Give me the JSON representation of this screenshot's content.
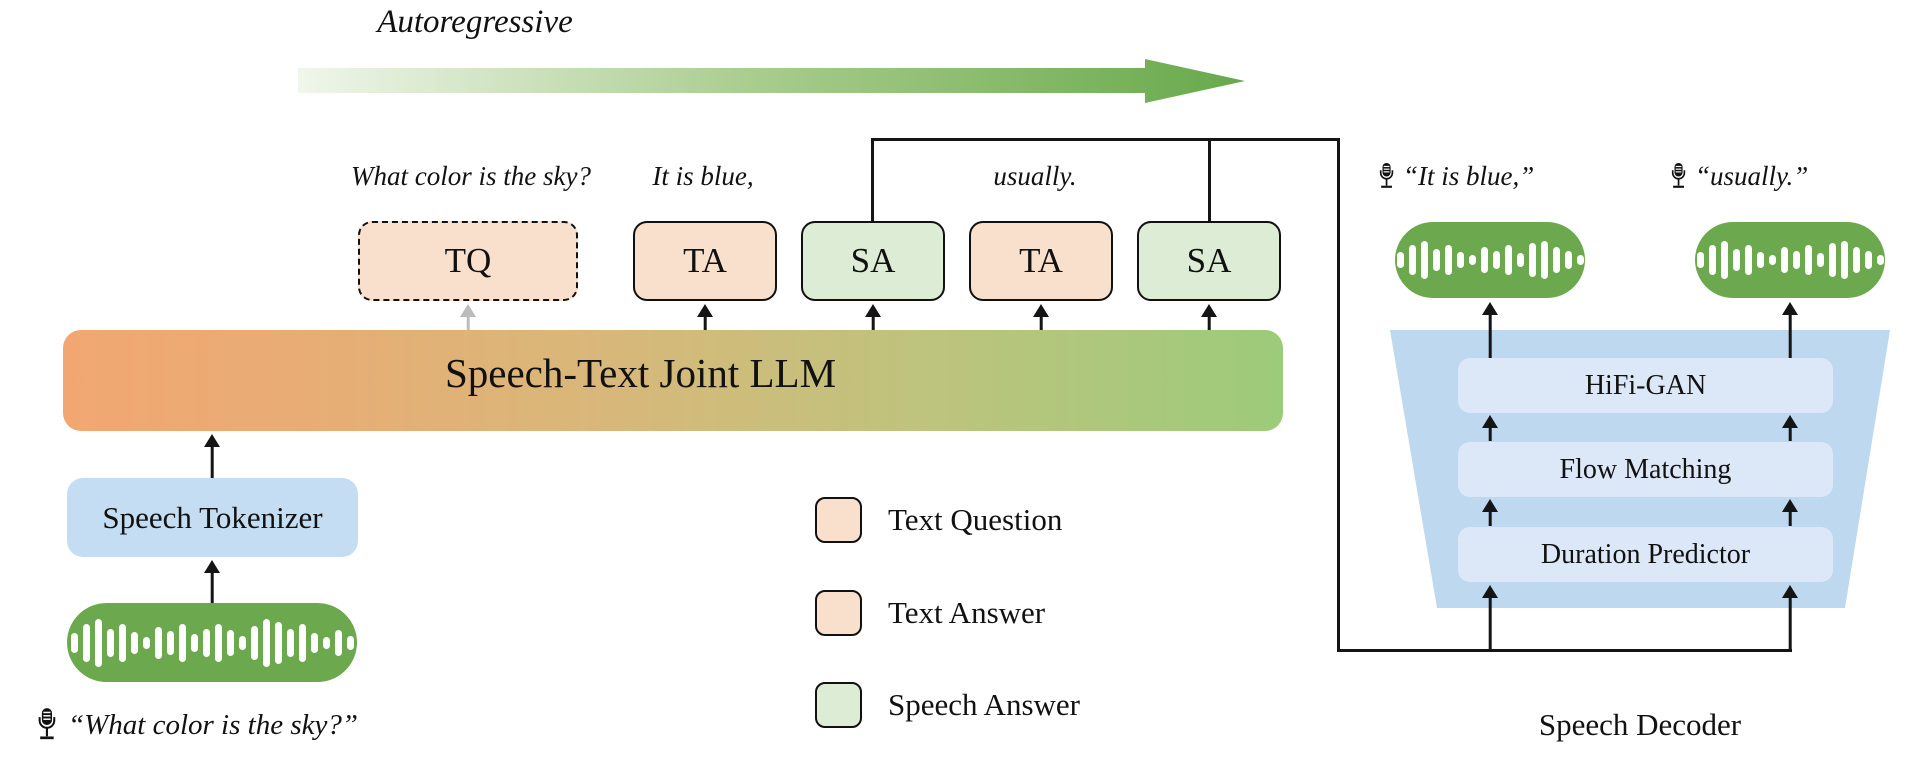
{
  "header": {
    "autoregressive_label": "Autoregressive"
  },
  "tokens": {
    "tq": {
      "label": "TQ",
      "caption": "What color is the sky?"
    },
    "ta1": {
      "label": "TA",
      "caption": "It is blue,"
    },
    "sa1": {
      "label": "SA"
    },
    "ta2": {
      "label": "TA",
      "caption": "usually."
    },
    "sa2": {
      "label": "SA"
    }
  },
  "llm": {
    "label": "Speech-Text Joint LLM"
  },
  "tokenizer": {
    "label": "Speech Tokenizer"
  },
  "input": {
    "quote": "“What color is the sky?”"
  },
  "legend": {
    "text_question": "Text Question",
    "text_answer": "Text Answer",
    "speech_answer": "Speech Answer"
  },
  "decoder": {
    "label": "Speech Decoder",
    "layers": {
      "hifigan": "HiFi-GAN",
      "flow": "Flow Matching",
      "duration": "Duration Predictor"
    },
    "outputs": {
      "first": "“It is blue,”",
      "second": "“usually.”"
    }
  },
  "waveform": {
    "large": [
      20,
      38,
      48,
      28,
      38,
      22,
      12,
      32,
      24,
      38,
      18,
      28,
      38,
      26,
      14,
      34,
      48,
      42,
      28,
      38,
      20,
      12,
      26,
      14
    ],
    "small": [
      16,
      30,
      38,
      22,
      30,
      16,
      10,
      26,
      18,
      30,
      14,
      34,
      38,
      26,
      18,
      10
    ]
  },
  "colors": {
    "peach": "#f9e0cd",
    "token-green": "#ddecd4",
    "pill-green": "#6ba84e",
    "tokenizer-blue": "#c5ddf2",
    "trap-blue": "#bed8ef",
    "layer-blue": "#dce8f7",
    "llm-left": "#f2a772",
    "llm-right": "#9ccb7a",
    "arrow-light": "#eff6ea",
    "arrow-dark": "#68a94b"
  }
}
